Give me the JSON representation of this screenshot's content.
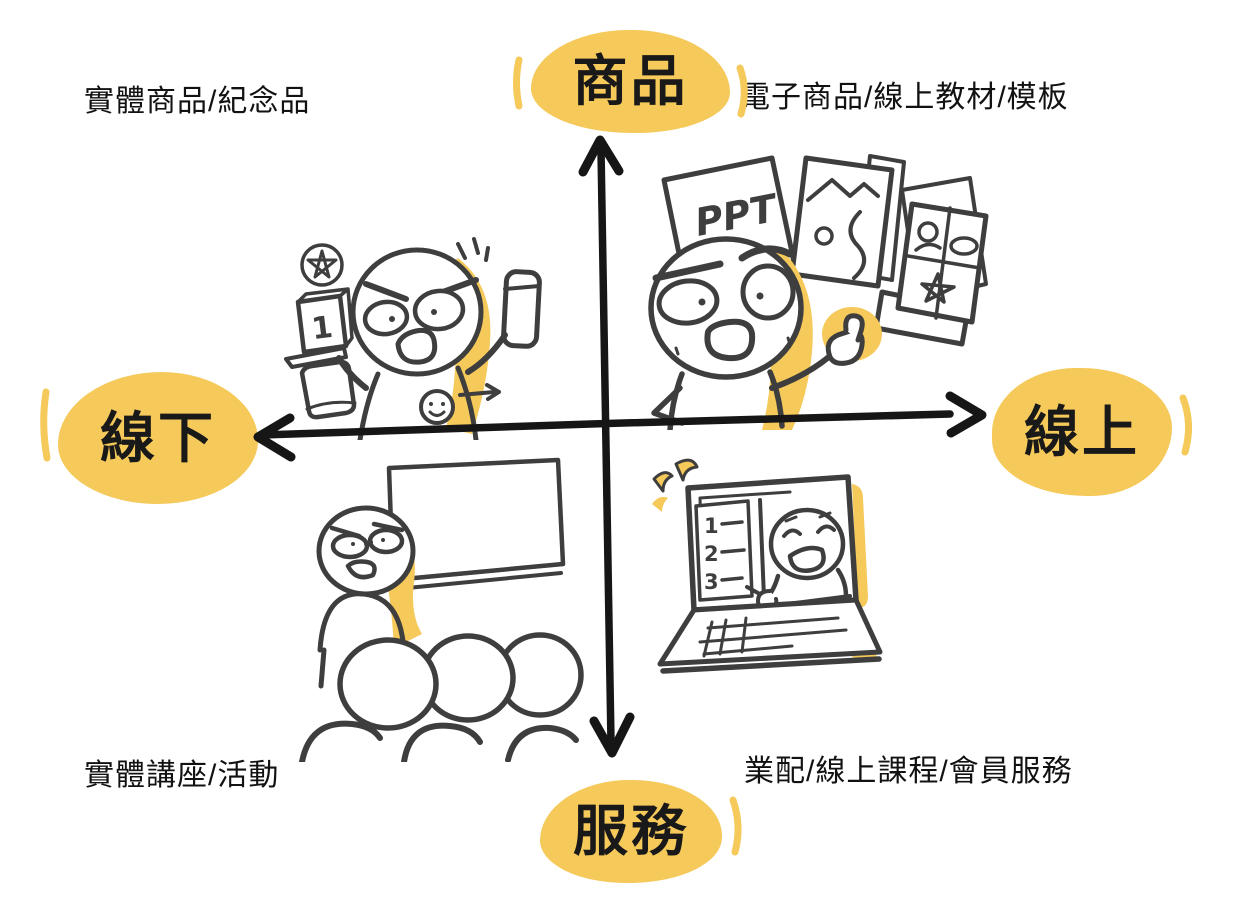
{
  "colors": {
    "highlight_yellow": "#f5c95a",
    "ink": "#3e3e3e",
    "axis_black": "#161616",
    "label_text": "#191919",
    "background": "#ffffff"
  },
  "axis_labels": {
    "top": "商品",
    "bottom": "服務",
    "left": "線下",
    "right": "線上"
  },
  "quadrant_captions": {
    "top_left": "實體商品/紀念品",
    "top_right": "電子商品/線上教材/模板",
    "bottom_left": "實體講座/活動",
    "bottom_right": "業配/線上課程/會員服務"
  },
  "artwork_text": {
    "ppt_sheet": "PPT",
    "book_cover": "1",
    "screen_list": [
      "1",
      "2",
      "3"
    ]
  }
}
